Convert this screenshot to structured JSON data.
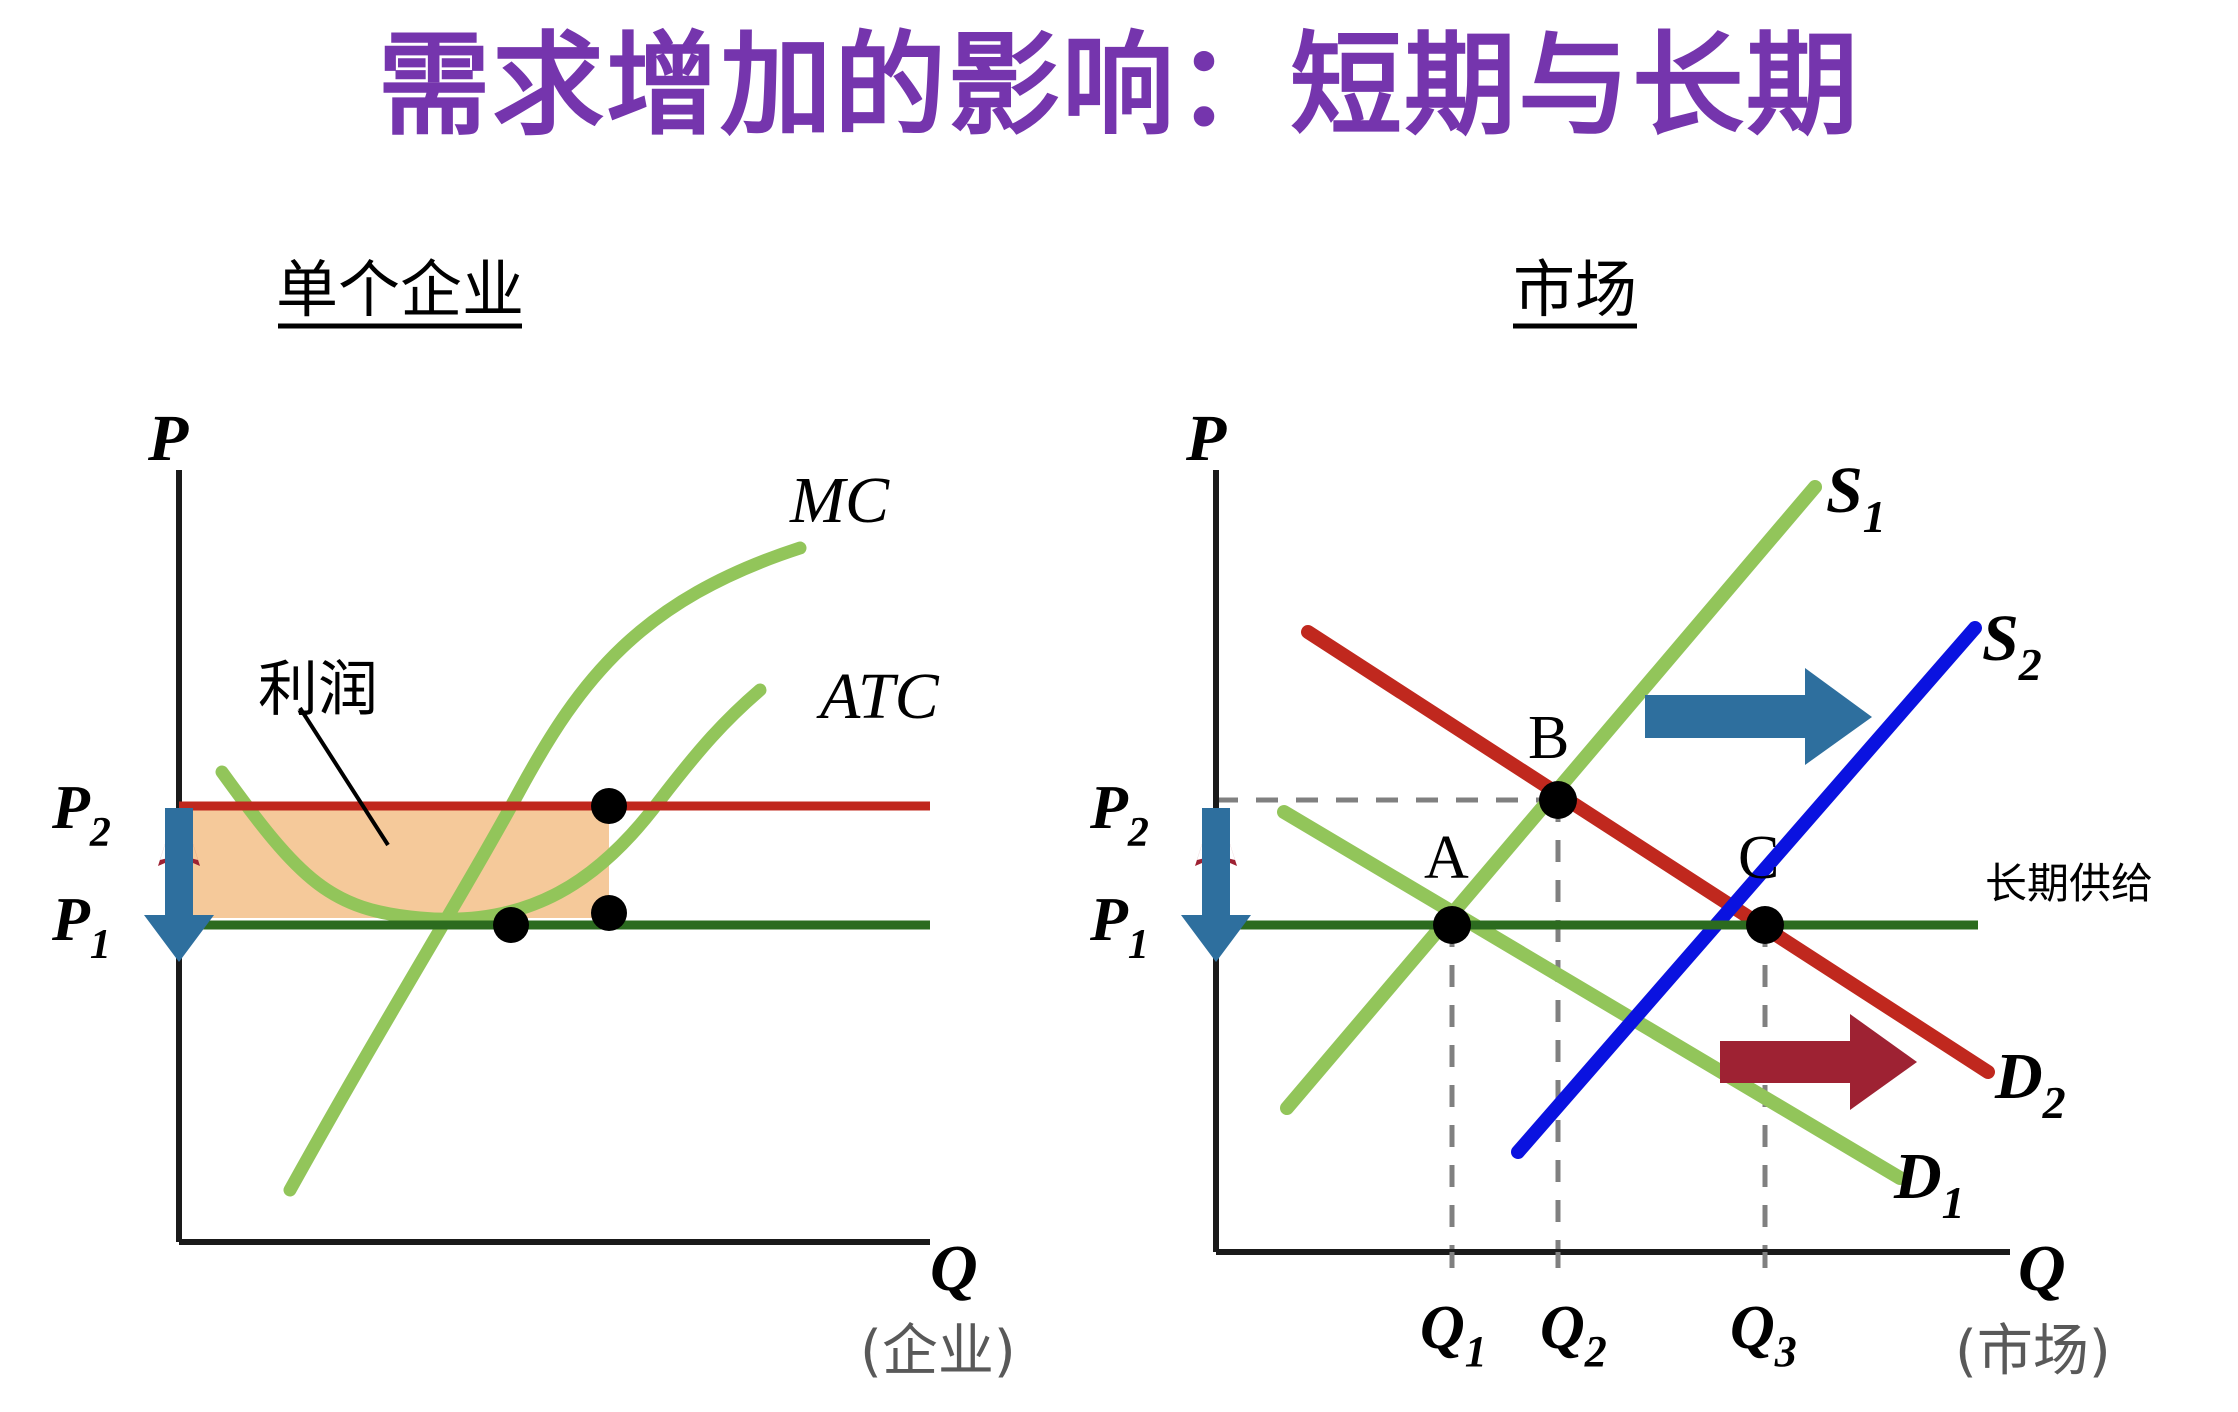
{
  "title": "需求增加的影响：短期与长期",
  "title_color": "#7535ad",
  "colors": {
    "mc_atc_green": "#92c55a",
    "supply_green": "#92c55a",
    "demand_green": "#92c55a",
    "red_price_line": "#c0281e",
    "dark_red_arrow": "#9e2233",
    "demand_red": "#c0281e",
    "supply_blue": "#0a12e0",
    "blue_arrow": "#2e6f9e",
    "long_run_green": "#2c6b1f",
    "profit_fill": "#f5c99a",
    "axis": "#1a1a1a",
    "dashed": "#808080",
    "caption_gray": "#595959"
  },
  "left_panel": {
    "name": "单个企业",
    "axis_y_label": "P",
    "axis_x_label": "Q",
    "axis_x_caption": "(企业)",
    "price_high_label": "P",
    "price_high_sub": "2",
    "price_low_label": "P",
    "price_low_sub": "1",
    "curve_mc_label": "MC",
    "curve_atc_label": "ATC",
    "profit_label": "利润"
  },
  "right_panel": {
    "name": "市场",
    "axis_y_label": "P",
    "axis_x_label": "Q",
    "axis_x_caption": "(市场)",
    "price_high_label": "P",
    "price_high_sub": "2",
    "price_low_label": "P",
    "price_low_sub": "1",
    "supply1_label": "S",
    "supply1_sub": "1",
    "supply2_label": "S",
    "supply2_sub": "2",
    "demand1_label": "D",
    "demand1_sub": "1",
    "demand2_label": "D",
    "demand2_sub": "2",
    "long_run_supply_label": "长期供给",
    "point_a": "A",
    "point_b": "B",
    "point_c": "C",
    "q1_label": "Q",
    "q1_sub": "1",
    "q2_label": "Q",
    "q2_sub": "2",
    "q3_label": "Q",
    "q3_sub": "3"
  },
  "chart_data": {
    "type": "line",
    "title": "需求增加的影响：短期与长期",
    "panels": [
      {
        "id": "firm",
        "title": "单个企业",
        "xlabel": "Q (企业)",
        "ylabel": "P",
        "series": [
          {
            "name": "MC",
            "color": "#92c55a",
            "type": "upward-sloping marginal cost curve"
          },
          {
            "name": "ATC",
            "color": "#92c55a",
            "type": "U-shaped average total cost curve"
          },
          {
            "name": "P2",
            "color": "#c0281e",
            "type": "horizontal price line (short run)",
            "value": "P2"
          },
          {
            "name": "P1",
            "color": "#2c6b1f",
            "type": "horizontal price line (long run)",
            "value": "P1"
          }
        ],
        "shaded_region": {
          "label": "利润",
          "color": "#f5c99a",
          "meaning": "short-run economic profit between P2 and ATC"
        },
        "annotations": [
          "P2 > P1",
          "profit rectangle bounded by P2 above and ATC below"
        ]
      },
      {
        "id": "market",
        "title": "市场",
        "xlabel": "Q (市场)",
        "ylabel": "P",
        "series": [
          {
            "name": "S1",
            "color": "#92c55a",
            "type": "upward-sloping short-run supply"
          },
          {
            "name": "S2",
            "color": "#0a12e0",
            "type": "upward-sloping new short-run supply (shifted right)"
          },
          {
            "name": "D1",
            "color": "#92c55a",
            "type": "downward-sloping initial demand"
          },
          {
            "name": "D2",
            "color": "#c0281e",
            "type": "downward-sloping increased demand (shifted right)"
          },
          {
            "name": "长期供给",
            "color": "#2c6b1f",
            "type": "horizontal long-run supply at P1"
          }
        ],
        "points": [
          {
            "label": "A",
            "x": "Q1",
            "y": "P1",
            "note": "initial long-run equilibrium"
          },
          {
            "label": "B",
            "x": "Q2",
            "y": "P2",
            "note": "short-run equilibrium after demand increase"
          },
          {
            "label": "C",
            "x": "Q3",
            "y": "P1",
            "note": "new long-run equilibrium after entry"
          }
        ],
        "xticks": [
          "Q1",
          "Q2",
          "Q3"
        ],
        "yticks": [
          "P1",
          "P2"
        ],
        "arrows": [
          {
            "color": "#2e6f9e",
            "direction": "right",
            "meaning": "supply shifts right S1 → S2"
          },
          {
            "color": "#9e2233",
            "direction": "right",
            "meaning": "demand shifts right D1 → D2"
          },
          {
            "color": "#2e6f9e",
            "direction": "down",
            "meaning": "price falls back P2 → P1"
          }
        ]
      }
    ]
  }
}
